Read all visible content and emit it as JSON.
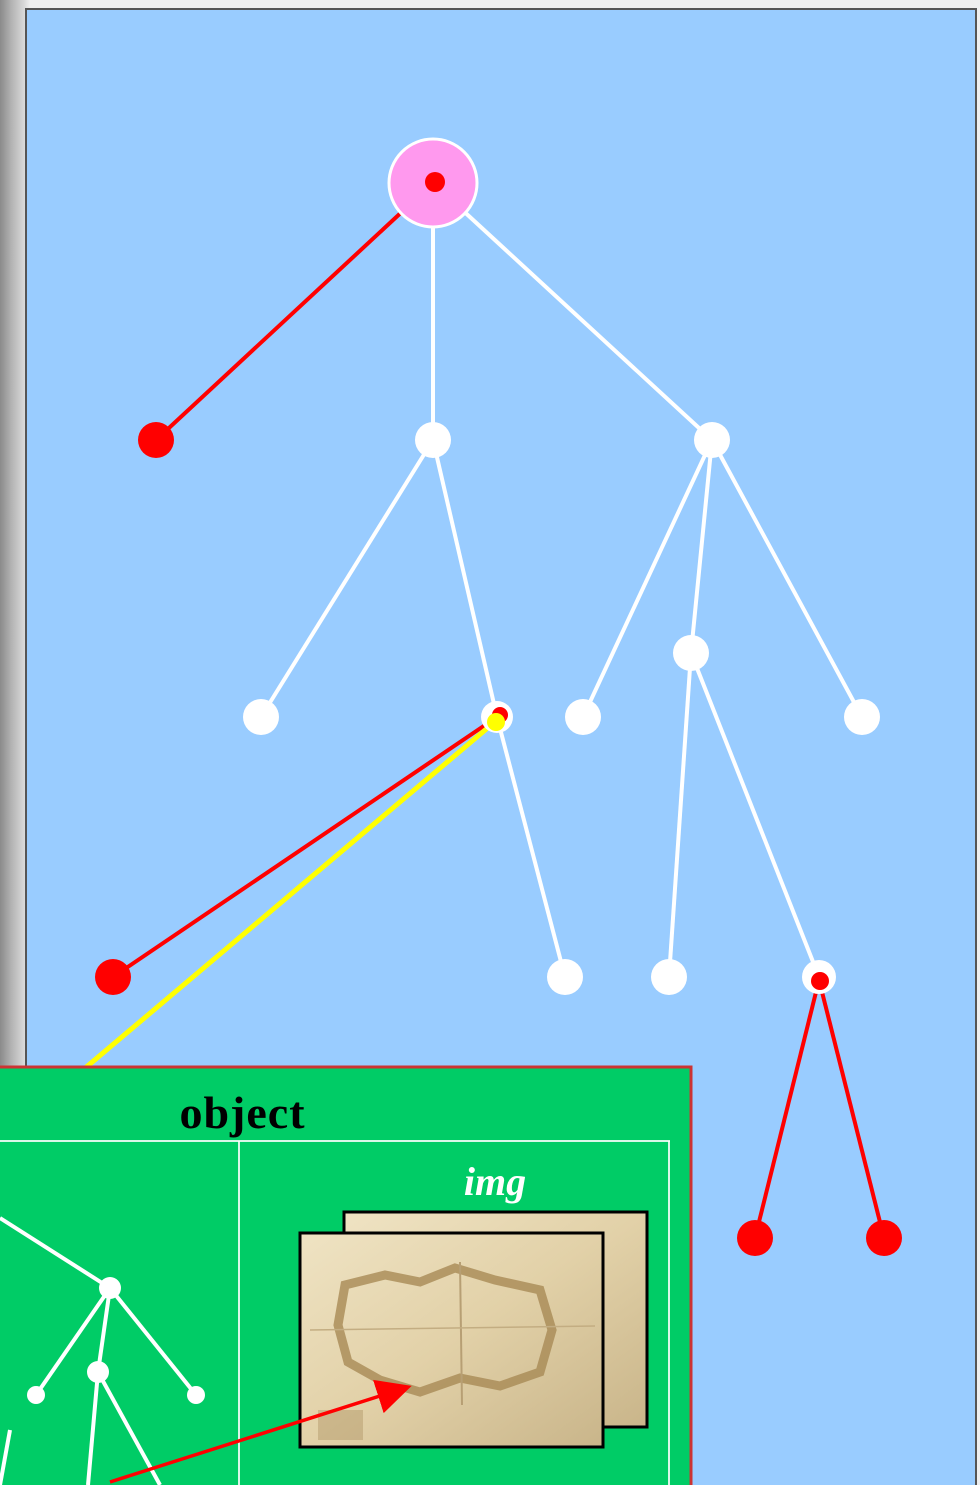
{
  "colors": {
    "background_panel": "#99ccff",
    "tree_edges": "#ffffff",
    "highlight_edges": "#ff0000",
    "link_edge": "#ffff00",
    "root_halo": "#ff99ee",
    "object_panel": "#00cc66"
  },
  "object_box": {
    "title": "object",
    "img_label": "img"
  },
  "icons": [
    "tree-node",
    "root-node",
    "map-image-thumbnail",
    "arrow"
  ]
}
